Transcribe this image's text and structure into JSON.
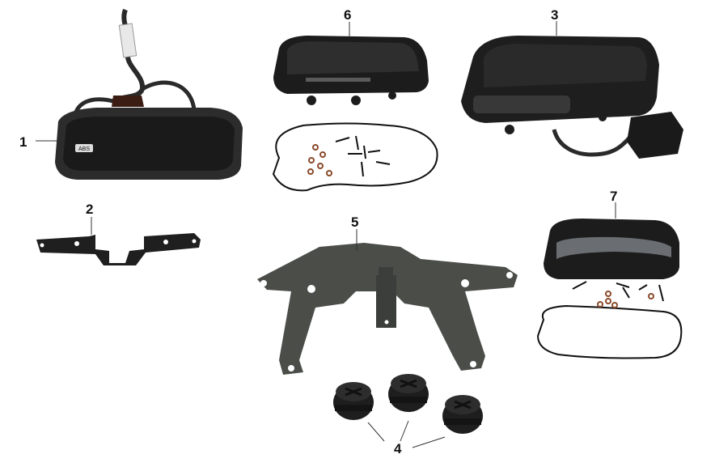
{
  "colors": {
    "background": "#ffffff",
    "part_dark": "#1e1e1e",
    "part_mid": "#3a3a3a",
    "part_bracket": "#4a4d48",
    "oring": "#8a4a2a",
    "label": "#111111"
  },
  "callouts": {
    "c1": "1",
    "c2": "2",
    "c3": "3",
    "c4": "4",
    "c5": "5",
    "c6": "6",
    "c7": "7"
  },
  "printed_text": {
    "abs_badge": "ABS"
  }
}
